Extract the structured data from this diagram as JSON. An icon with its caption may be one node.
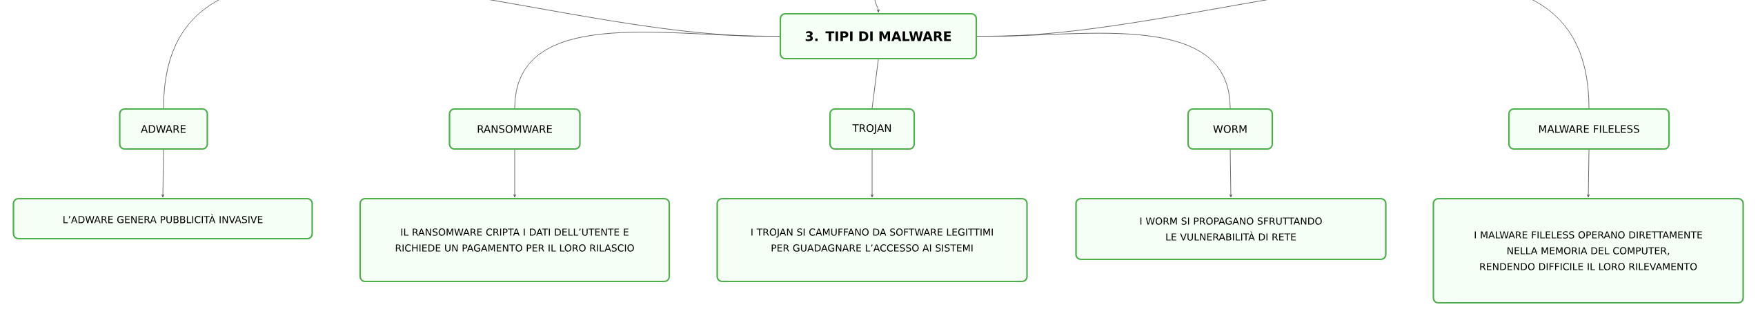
{
  "diagram": {
    "nodes": [
      {
        "text": [
          "3. TIPI DI MALWARE"
        ]
      },
      {
        "text": [
          "ADWARE"
        ]
      },
      {
        "text": [
          "RANSOMWARE"
        ]
      },
      {
        "text": [
          "TROJAN"
        ]
      },
      {
        "text": [
          "WORM"
        ]
      },
      {
        "text": [
          "MALWARE FILELESS"
        ]
      },
      {
        "text": [
          "L’ADWARE GENERA PUBBLICITÀ INVASIVE"
        ]
      },
      {
        "text": [
          "IL RANSOMWARE CRIPTA I DATI DELL’UTENTE E RICHIEDE UN PAGAMENTO PER IL LORO RILASCIO"
        ]
      },
      {
        "text": [
          "I TROJAN SI CAMUFFANO DA SOFTWARE LEGITTIMI PER GUADAGNARE L’ACCESSO AI SISTEMI"
        ]
      },
      {
        "text": [
          "I WORM SI PROPAGANO SFRUTTANDO LE VULNERABILITÀ DI RETE"
        ]
      },
      {
        "text": [
          "I MALWARE FILELESS OPERANO DIRETTAMENTE NELLA MEMORIA DEL COMPUTER, RENDENDO DIFFICILE IL LORO RILEVAMENTO"
        ]
      }
    ],
    "edges": [
      {
        "from": null,
        "to": 0,
        "arrow": "to"
      },
      {
        "from": 0,
        "to": 1,
        "arrow": "none"
      },
      {
        "from": 0,
        "to": 2,
        "arrow": "none"
      },
      {
        "from": 0,
        "to": 3,
        "arrow": "none"
      },
      {
        "from": 0,
        "to": 4,
        "arrow": "none"
      },
      {
        "from": 0,
        "to": 5,
        "arrow": "none"
      },
      {
        "from": 1,
        "to": 6,
        "arrow": "to"
      },
      {
        "from": 2,
        "to": 7,
        "arrow": "to"
      },
      {
        "from": 3,
        "to": 8,
        "arrow": "to"
      },
      {
        "from": 4,
        "to": 9,
        "arrow": "to"
      },
      {
        "from": 5,
        "to": 10,
        "arrow": "to"
      }
    ]
  }
}
